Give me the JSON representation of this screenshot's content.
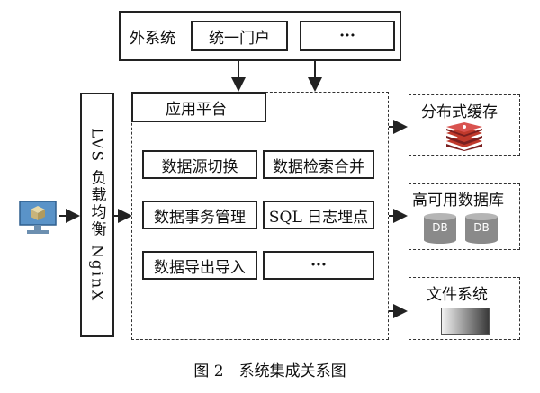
{
  "external": {
    "title": "外系统",
    "portal": "统一门户",
    "more": "···"
  },
  "lb": {
    "label": "LVS 负载均衡 NginX"
  },
  "app": {
    "title": "应用平台",
    "modules": [
      "数据源切换",
      "数据检索合并",
      "数据事务管理",
      "SQL 日志埋点",
      "数据导出导入",
      "···"
    ]
  },
  "right": {
    "cache": "分布式缓存",
    "db": "高可用数据库",
    "db_icon_text": "DB",
    "files": "文件系统"
  },
  "caption": "图 2　系统集成关系图",
  "icons": [
    "monitor-icon",
    "redis-stack-icon",
    "database-icon",
    "file-storage-icon"
  ]
}
